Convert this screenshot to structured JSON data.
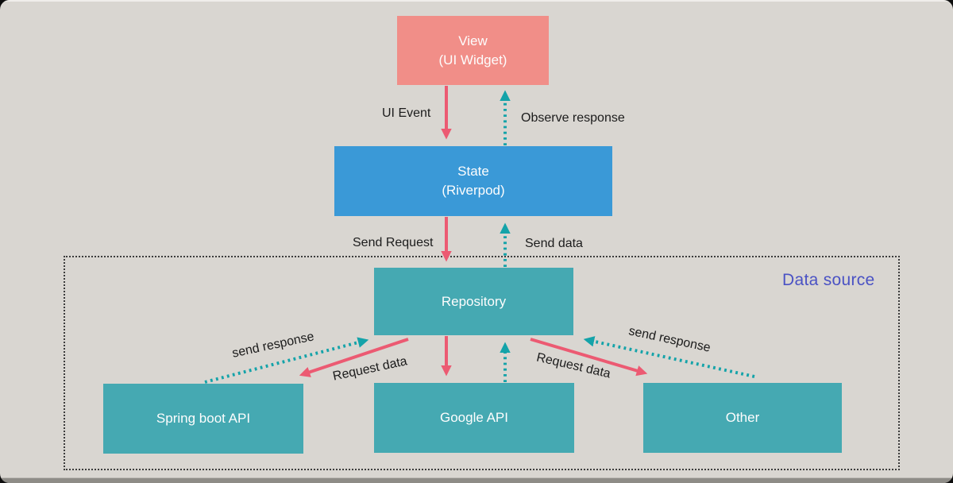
{
  "slide": {
    "background_color": "#D9D6D1",
    "nodes": {
      "view": {
        "line1": "View",
        "line2": "(UI Widget)",
        "color": "#F18E88"
      },
      "state": {
        "line1": "State",
        "line2": "(Riverpod)",
        "color": "#3A99D7"
      },
      "repository": {
        "label": "Repository",
        "color": "#45A9B2"
      },
      "spring_boot_api": {
        "label": "Spring boot API",
        "color": "#45A9B2"
      },
      "google_api": {
        "label": "Google API",
        "color": "#45A9B2"
      },
      "other": {
        "label": "Other",
        "color": "#45A9B2"
      }
    },
    "container": {
      "label": "Data source",
      "label_color": "#4A52C4",
      "border_style": "dotted"
    },
    "edge_labels": {
      "ui_event": "UI Event",
      "observe_response": "Observe response",
      "send_request": "Send Request",
      "send_data": "Send data",
      "send_response_left": "send response",
      "request_data_left": "Request data",
      "request_data_right": "Request data",
      "send_response_right": "send response"
    },
    "arrow_colors": {
      "solid": "#EC5A72",
      "dotted": "#14A3A9"
    }
  }
}
